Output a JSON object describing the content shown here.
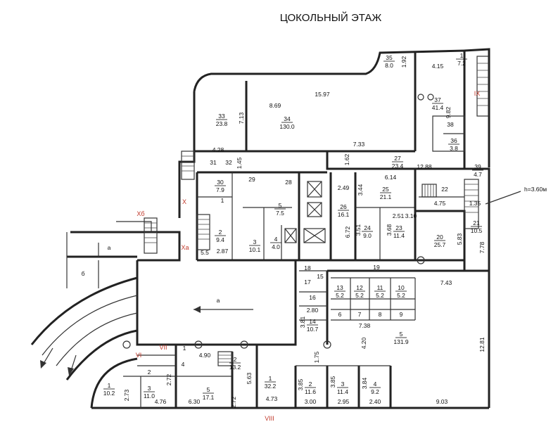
{
  "title": "ЦОКОЛЬНЫЙ ЭТАЖ",
  "height_note": "h=3.60м",
  "axis_marks": [
    "Х",
    "Ха",
    "Хб",
    "IX",
    "VI",
    "VII",
    "VIII"
  ],
  "rooms": [
    {
      "no": "35",
      "area": "8.0"
    },
    {
      "no": "1",
      "area": "7.2"
    },
    {
      "no": "37",
      "area": "41.4"
    },
    {
      "no": "38",
      "area": ""
    },
    {
      "no": "36",
      "area": "3.8"
    },
    {
      "no": "39",
      "area": "4.7"
    },
    {
      "no": "33",
      "area": "23.8"
    },
    {
      "no": "34",
      "area": "130.0"
    },
    {
      "no": "27",
      "area": "23.4"
    },
    {
      "no": "31",
      "area": ""
    },
    {
      "no": "32",
      "area": ""
    },
    {
      "no": "30",
      "area": "7.9"
    },
    {
      "no": "29",
      "area": ""
    },
    {
      "no": "28",
      "area": ""
    },
    {
      "no": "25",
      "area": "21.1"
    },
    {
      "no": "22",
      "area": ""
    },
    {
      "no": "1",
      "area": ""
    },
    {
      "no": "5",
      "area": "7.5"
    },
    {
      "no": "26",
      "area": "16.1"
    },
    {
      "no": "24",
      "area": "9.0"
    },
    {
      "no": "23",
      "area": "11.4"
    },
    {
      "no": "21",
      "area": "10.5"
    },
    {
      "no": "20",
      "area": "25.7"
    },
    {
      "no": "2",
      "area": "9.4"
    },
    {
      "no": "3",
      "area": "10.1"
    },
    {
      "no": "4",
      "area": "4.0"
    },
    {
      "no": "5.5",
      "area": ""
    },
    {
      "no": "19",
      "area": ""
    },
    {
      "no": "18",
      "area": ""
    },
    {
      "no": "17",
      "area": ""
    },
    {
      "no": "15",
      "area": ""
    },
    {
      "no": "16",
      "area": ""
    },
    {
      "no": "13",
      "area": "5.2"
    },
    {
      "no": "12",
      "area": "5.2"
    },
    {
      "no": "11",
      "area": "5.2"
    },
    {
      "no": "10",
      "area": "5.2"
    },
    {
      "no": "6",
      "area": ""
    },
    {
      "no": "7",
      "area": ""
    },
    {
      "no": "8",
      "area": ""
    },
    {
      "no": "9",
      "area": ""
    },
    {
      "no": "14",
      "area": "10.7"
    },
    {
      "no": "5",
      "area": "131.9"
    },
    {
      "no": "1",
      "area": ""
    },
    {
      "no": "2",
      "area": "13.2"
    },
    {
      "no": "1",
      "area": "32.2"
    },
    {
      "no": "2",
      "area": "11.6"
    },
    {
      "no": "3",
      "area": "11.4"
    },
    {
      "no": "4",
      "area": "9.2"
    },
    {
      "no": "1",
      "area": "10.2"
    },
    {
      "no": "2",
      "area": ""
    },
    {
      "no": "3",
      "area": "11.0"
    },
    {
      "no": "4",
      "area": ""
    },
    {
      "no": "5",
      "area": "17.1"
    }
  ],
  "letters": {
    "a_main": "а",
    "a_small": "а",
    "b": "б"
  },
  "dimensions": [
    "1.92",
    "4.15",
    "15.97",
    "9.82",
    "8.69",
    "7.13",
    "7.33",
    "4.28",
    "1.45",
    "1.62",
    "12.88",
    "6.14",
    "2.49",
    "3.44",
    "1.35",
    "2.51",
    "3.10",
    "4.75",
    "6.72",
    "3.51",
    "3.68",
    "5.83",
    "7.78",
    "2.87",
    "7.43",
    "12.81",
    "2.80",
    "3.81",
    "7.38",
    "4.20",
    "1.75",
    "4.90",
    "5.63",
    "2.72",
    "2.73",
    "4.76",
    "6.30",
    "4.73",
    "3.85",
    "3.00",
    "3.85",
    "2.95",
    "3.84",
    "2.40",
    "9.03",
    "2.72"
  ]
}
